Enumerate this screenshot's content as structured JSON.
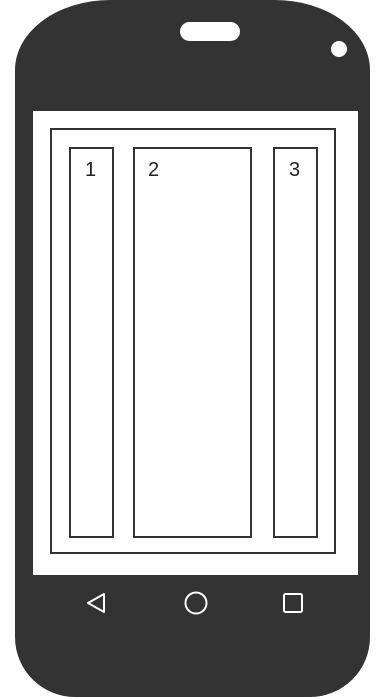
{
  "device": {
    "type": "android-phone",
    "body_color": "#333333",
    "screen_color": "#ffffff"
  },
  "screen": {
    "columns": [
      {
        "label": "1"
      },
      {
        "label": "2"
      },
      {
        "label": "3"
      }
    ]
  },
  "navigation_bar": {
    "buttons": [
      {
        "icon": "back-triangle-icon"
      },
      {
        "icon": "home-circle-icon"
      },
      {
        "icon": "recent-apps-square-icon"
      }
    ]
  }
}
